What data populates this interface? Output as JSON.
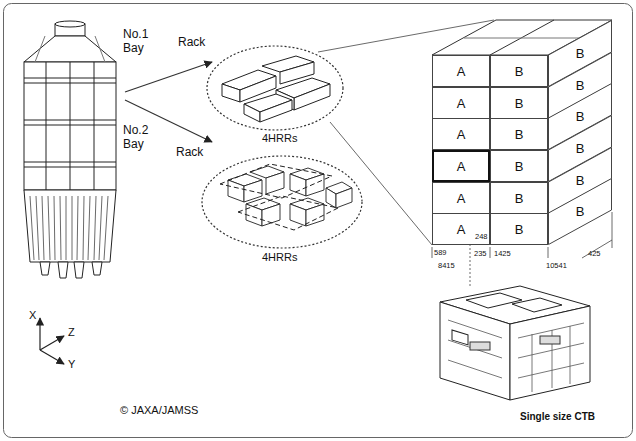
{
  "diagram": {
    "nodes": [
      {
        "text": [
          "A"
        ]
      },
      {
        "text": [
          "A"
        ]
      },
      {
        "text": [
          "A"
        ]
      },
      {
        "text": [
          "A"
        ]
      },
      {
        "text": [
          "A"
        ]
      },
      {
        "text": [
          "A"
        ]
      },
      {
        "text": [
          "B"
        ]
      },
      {
        "text": [
          "B"
        ]
      },
      {
        "text": [
          "B"
        ]
      },
      {
        "text": [
          "B"
        ]
      },
      {
        "text": [
          "B"
        ]
      },
      {
        "text": [
          "B"
        ]
      },
      {
        "text": [
          "B"
        ]
      },
      {
        "text": [
          "B"
        ]
      },
      {
        "text": [
          "B"
        ]
      },
      {
        "text": [
          "B"
        ]
      },
      {
        "text": [
          "B"
        ]
      },
      {
        "text": [
          "B"
        ]
      }
    ],
    "labels": [
      "No.1 Bay",
      "Rack",
      "No.2 Bay",
      "Rack",
      "4HRRs",
      "4HRRs",
      "X",
      "Z",
      "Y",
      "589",
      "248",
      "8415",
      "235",
      "1425",
      "10541",
      "425",
      "Single size CTB",
      "© JAXA/JAMSS"
    ]
  }
}
